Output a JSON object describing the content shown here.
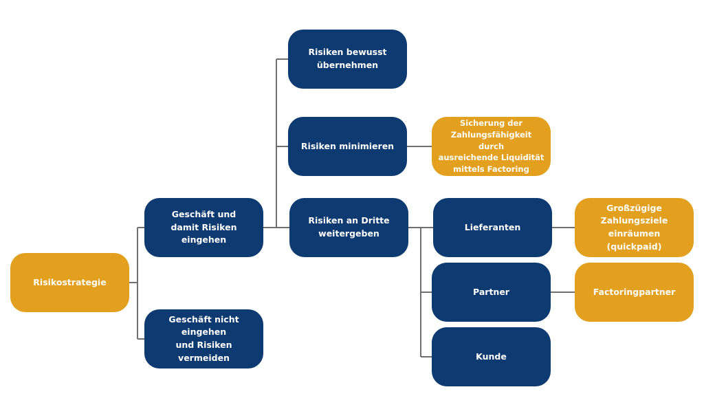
{
  "diagram": {
    "nodes": {
      "risikostrategie": "Risikostrategie",
      "geschaeft_eingehen": "Geschäft und\ndamit Risiken eingehen",
      "geschaeft_nicht_eingehen": "Geschäft nicht eingehen\nund Risiken vermeiden",
      "risiken_bewusst": "Risiken bewusst\nübernehmen",
      "risiken_minimieren": "Risiken minimieren",
      "risiken_dritte": "Risiken an Dritte\nweitergeben",
      "sicherung": "Sicherung der\nZahlungsfähigkeit durch\nausreichende Liquidität\nmittels Factoring",
      "lieferanten": "Lieferanten",
      "partner": "Partner",
      "kunde": "Kunde",
      "zahlungsziele": "Großzügige Zahlungsziele\neinräumen (quickpaid)",
      "factoringpartner": "Factoringpartner"
    },
    "colors": {
      "gold": "#e2a01e",
      "navy": "#0d3a70",
      "connector": "#6f6f6f",
      "text": "#ffffff"
    }
  }
}
